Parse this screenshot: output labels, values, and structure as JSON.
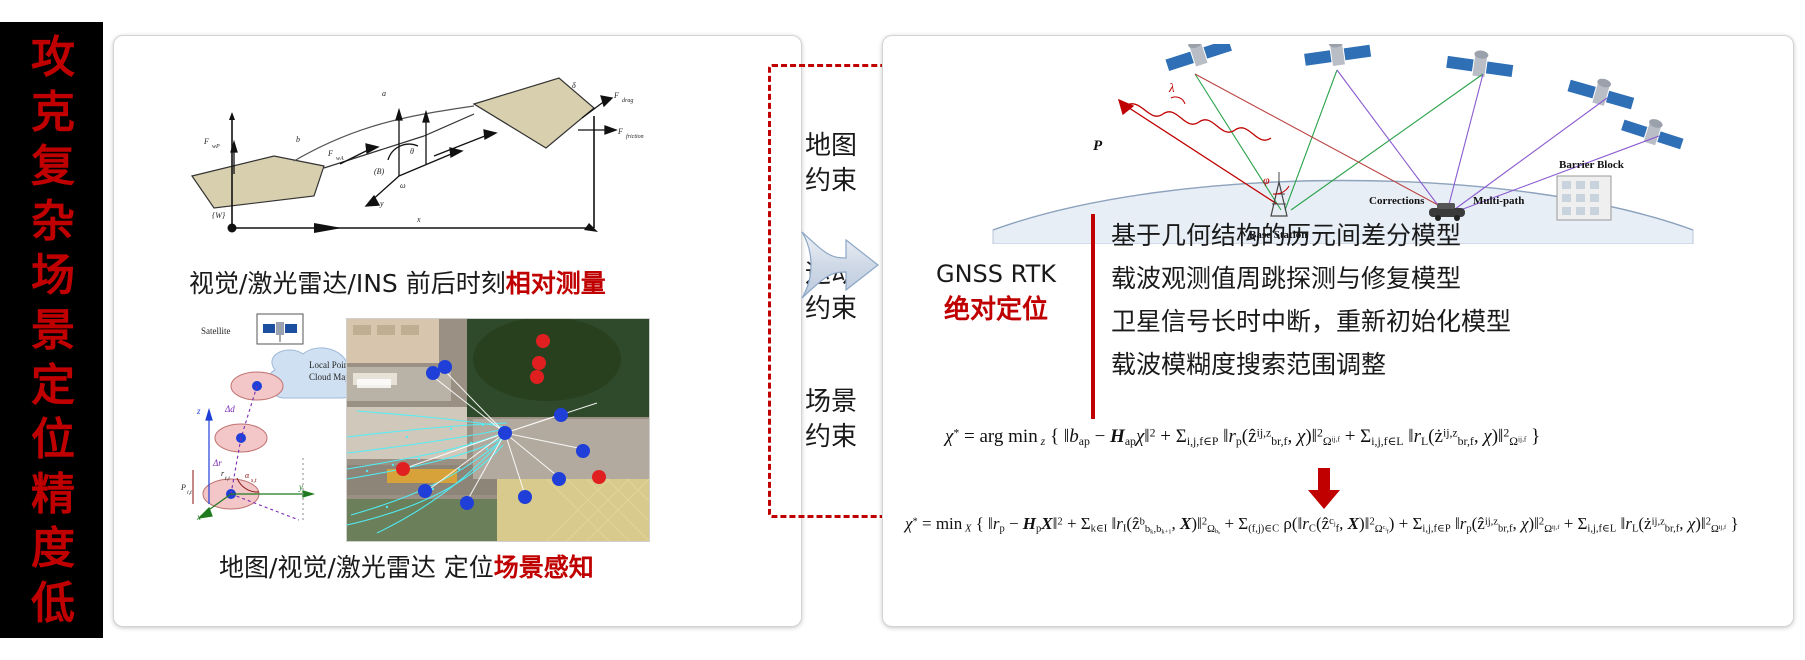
{
  "banner": {
    "chars": [
      "攻",
      "克",
      "复",
      "杂",
      "场",
      "景",
      "定",
      "位",
      "精",
      "度",
      "低"
    ],
    "text": "攻克复杂场景定位精度低",
    "color": "#c00000",
    "background": "#000000"
  },
  "left_panel": {
    "top_caption": {
      "plain": "视觉/激光雷达/INS 前后时刻",
      "highlight": "相对测量"
    },
    "bottom_caption": {
      "plain": "地图/视觉/激光雷达 定位",
      "highlight": "场景感知"
    },
    "top_figure": {
      "name": "relative-motion-diagram",
      "labels": [
        "{W}",
        "x",
        "y",
        "a",
        "b",
        "F_wP",
        "F_wA",
        "F_drag",
        "F_friction",
        "θ",
        "δ",
        "ω"
      ]
    },
    "satellite_figure": {
      "name": "satellite-local-point-cloud-diagram",
      "labels": [
        "Satellite",
        "Local Point Cloud Map",
        "Δd",
        "Δr",
        "x",
        "y",
        "z"
      ]
    },
    "map_figure": {
      "name": "aerial-lidar-trajectory-map",
      "marker_colors": {
        "blue": "#1f3fd8",
        "red": "#e02020",
        "cyan": "#40e8f0"
      }
    },
    "constraints_box": {
      "border_color": "#c00000",
      "groups": [
        {
          "line1": "地图",
          "line2": "约束"
        },
        {
          "line1": "运动",
          "line2": "约束"
        },
        {
          "line1": "场景",
          "line2": "约束"
        }
      ]
    }
  },
  "arrow": {
    "name": "right-arrow",
    "fill": "#d7dde8",
    "stroke": "#7f9cc0"
  },
  "right_panel": {
    "gnss_figure": {
      "name": "gnss-rtk-scene-diagram",
      "labels": [
        "Base Station",
        "Corrections",
        "Multi-path",
        "Barrier Block",
        "P",
        "λ",
        "φ"
      ]
    },
    "rtk_label": {
      "line1": "GNSS RTK",
      "line2": "绝对定位"
    },
    "bullets": [
      "基于几何结构的历元间差分模型",
      "载波观测值周跳探测与修复模型",
      "卫星信号长时中断，重新初始化模型",
      "载波模糊度搜索范围调整"
    ],
    "divider_color": "#c00000",
    "formula_top": "χ* = arg min_z { ‖b_op − H_op χ‖² + Σ_{i,j,f∈P} ‖r_p(ẑ^{ij,z}_{br,f}, χ)‖²_Ω^{ij,f} + Σ_{i,j,f∈L} ‖r_L(ż^{ij,z}_{br,f}, χ)‖²_Ω^{ij,f} }",
    "formula_bottom": "χ* = min_X { ‖r_p − H_p X‖² + Σ_{k∈I} ‖r_I(ẑ^b_{b_k,b_{k+1}}, X)‖²_{Ω_{b_k}} + Σ_{(f,j)∈C} ρ(‖r_C(ẑ^{c_j}_f, X)‖²_{Ω^{c_j}_f}) + Σ_{i,j,f∈P} ‖r_p(ẑ^{ij,z}_{br,f}, χ)‖²_{Ω^{ij,f}} + Σ_{i,j,f∈L} ‖r_L(ż^{ij,z}_{br,f}, χ)‖²_{Ω^{ij,f}} }",
    "down_arrow_color": "#c00000"
  }
}
